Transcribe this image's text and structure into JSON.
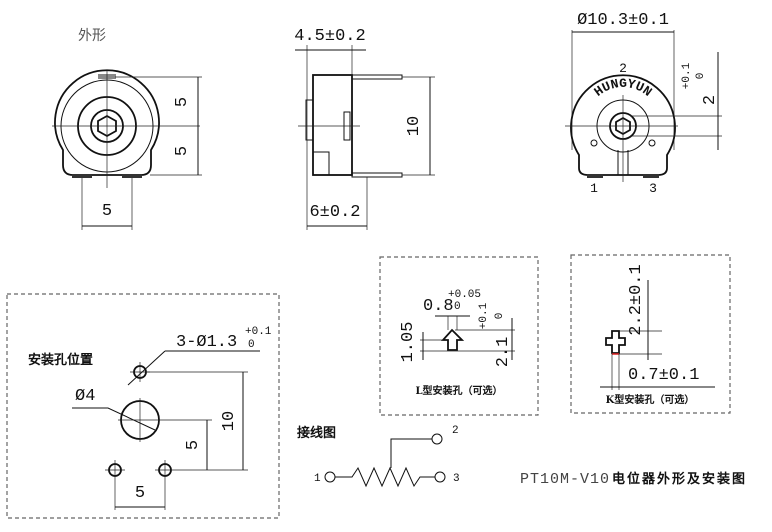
{
  "front_view": {
    "title": "外形",
    "dim_upper": "5",
    "dim_lower": "5",
    "dim_pin_spacing": "5"
  },
  "side_view": {
    "dim_top": "4.5±0.2",
    "dim_bottom": "6±0.2",
    "dim_height": "10"
  },
  "rear_view": {
    "dim_diameter": "Ø10.3±0.1",
    "brand": "HUNGYUN",
    "pin_2": "2",
    "pin_1": "1",
    "pin_3": "3",
    "dim_offset": "2",
    "dim_offset_tol_upper": "+0.1",
    "dim_offset_tol_lower": "0"
  },
  "mounting": {
    "title": "安装孔位置",
    "hole_label": "3-Ø1.3",
    "hole_tol_upper": "+0.1",
    "hole_tol_lower": "0",
    "center_hole": "Ø4",
    "dim_height": "10",
    "dim_mid": "5",
    "dim_spacing": "5"
  },
  "l_type": {
    "caption": "L型安装孔（可选）",
    "width": "0.8",
    "width_tol_upper": "+0.05",
    "width_tol_lower": "0",
    "dim_left": "1.05",
    "dim_right": "2.1",
    "dim_right_tol_upper": "+0.1",
    "dim_right_tol_lower": "0"
  },
  "k_type": {
    "caption": "K型安装孔（可选）",
    "dim_height": "2.2±0.1",
    "dim_width": "0.7±0.1"
  },
  "wiring": {
    "title": "接线图",
    "pin_1": "1",
    "pin_2": "2",
    "pin_3": "3"
  },
  "drawing_title": {
    "model": "PT10M-V10",
    "description": "电位器外形及安装图"
  },
  "colors": {
    "highlight": "#e02020"
  }
}
